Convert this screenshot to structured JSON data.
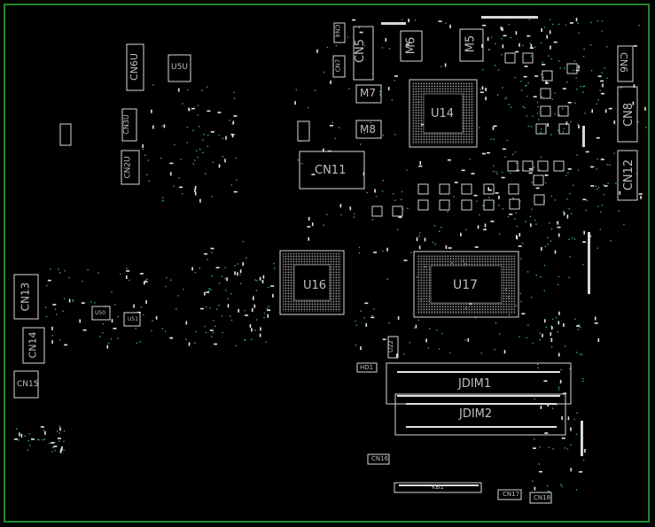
{
  "colors": {
    "background": "#000000",
    "board_outline": "#1f8a2a",
    "silkscreen": "#d8d8d8",
    "vias": "#3aa7a0"
  },
  "components": {
    "cn4": "CN4",
    "cn5": "CN5",
    "cn6": "CN6",
    "cn6u": "CN6U",
    "cn7": "CN7",
    "cn8": "CN8",
    "cn11": "CN11",
    "cn12": "CN12",
    "cn13": "CN13",
    "cn14": "CN14",
    "cn15": "CN15",
    "cn16": "CN16",
    "cn17": "CN17",
    "cn18": "CN18",
    "cn2u": "CN2U",
    "cn3u": "CN3U",
    "u5u": "U5U",
    "m5": "M5",
    "m6": "M6",
    "m7": "M7",
    "m8": "M8",
    "u14": "U14",
    "u16": "U16",
    "u17": "U17",
    "u22": "U22",
    "u50": "U50",
    "u51": "U51",
    "hd1": "HD1",
    "jdim1": "JDIM1",
    "jdim2": "JDIM2",
    "kb1": "KB1"
  }
}
